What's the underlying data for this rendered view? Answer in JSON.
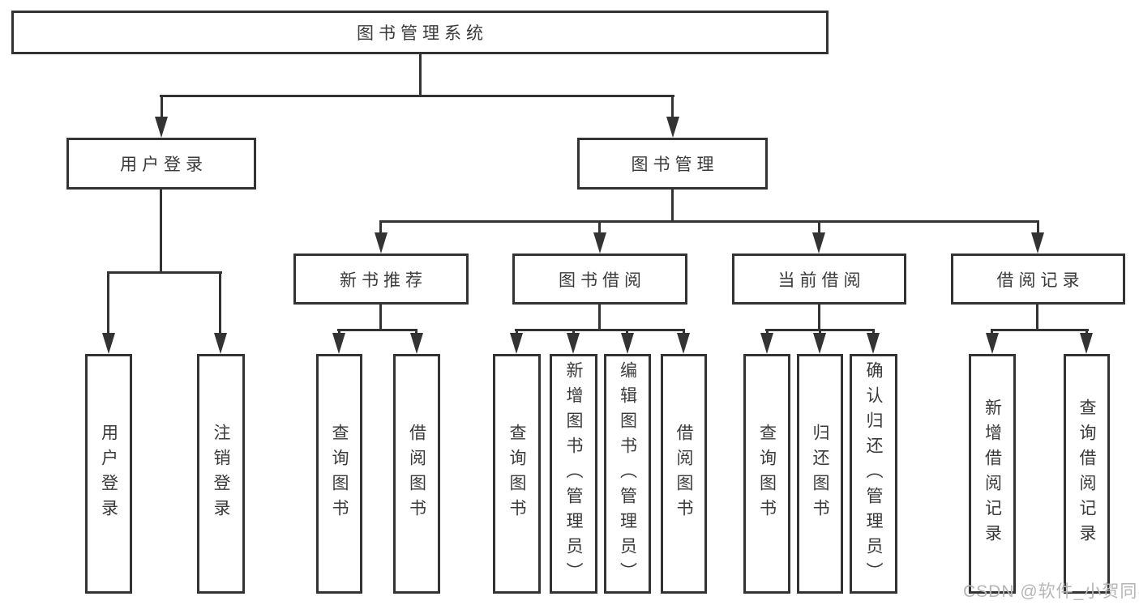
{
  "diagram": {
    "root": {
      "label": "图书管理系统"
    },
    "level2": [
      {
        "label": "用户登录"
      },
      {
        "label": "图书管理"
      }
    ],
    "level3": [
      {
        "label": "新书推荐"
      },
      {
        "label": "图书借阅"
      },
      {
        "label": "当前借阅"
      },
      {
        "label": "借阅记录"
      }
    ],
    "leaves": {
      "user_login": [
        {
          "label": "用户登录"
        },
        {
          "label": "注销登录"
        }
      ],
      "new_book": [
        {
          "label": "查询图书"
        },
        {
          "label": "借阅图书"
        }
      ],
      "book_borrow": [
        {
          "label": "查询图书"
        },
        {
          "label": "新增图书（管理员）"
        },
        {
          "label": "编辑图书（管理员）"
        },
        {
          "label": "借阅图书"
        }
      ],
      "current_borrow": [
        {
          "label": "查询图书"
        },
        {
          "label": "归还图书"
        },
        {
          "label": "确认归还（管理员）"
        }
      ],
      "borrow_record": [
        {
          "label": "新增借阅记录"
        },
        {
          "label": "查询借阅记录"
        }
      ]
    }
  },
  "watermark": {
    "text": "CSDN @软件_小贺同学"
  },
  "colors": {
    "line": "#333333",
    "text": "#3a3a3a",
    "background": "#ffffff",
    "watermark_text": "#b5b5b5"
  }
}
